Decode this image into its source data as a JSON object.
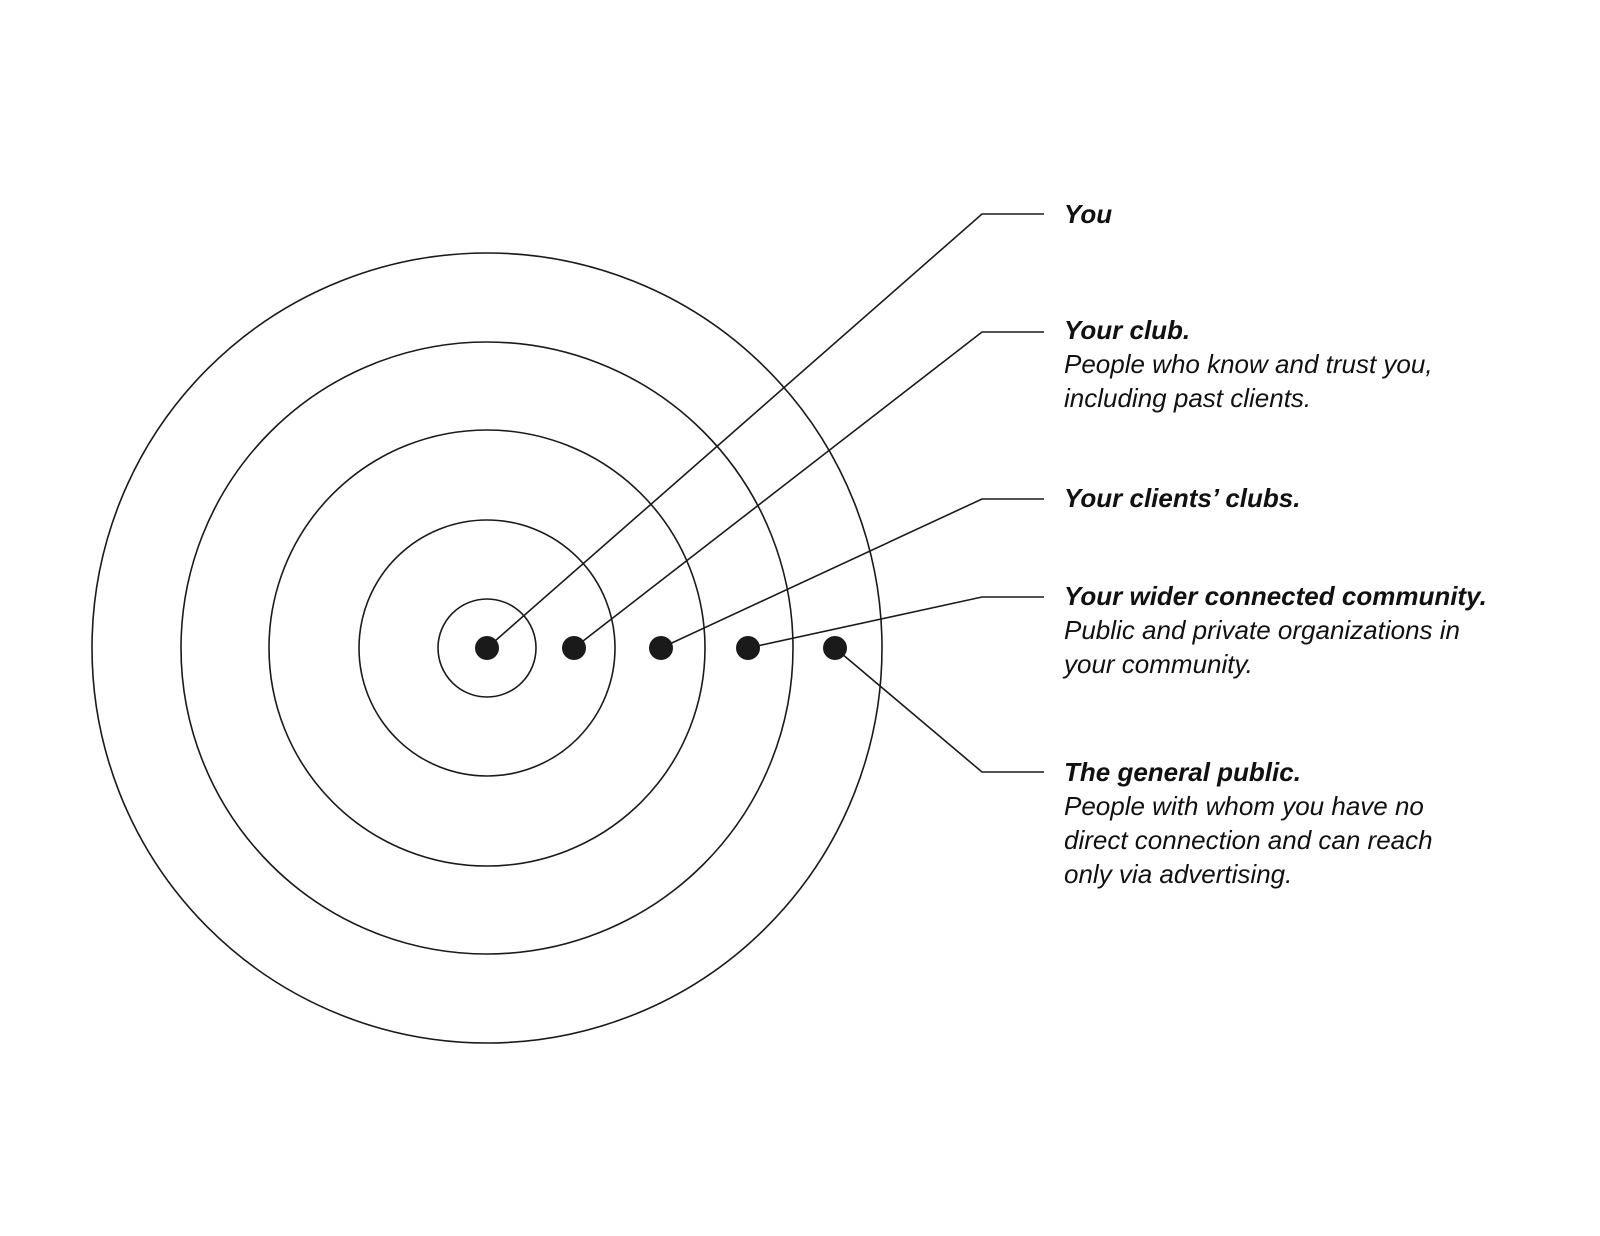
{
  "diagram": {
    "rings": [
      "ring-1",
      "ring-2",
      "ring-3",
      "ring-4",
      "ring-5"
    ],
    "labels": [
      {
        "title": "You",
        "desc": ""
      },
      {
        "title": "Your club.",
        "desc": "People who know and trust you, including past clients."
      },
      {
        "title": "Your clients’ clubs.",
        "desc": ""
      },
      {
        "title": "Your wider connected community.",
        "desc": "Public and private organizations in your community."
      },
      {
        "title": "The general public.",
        "desc": "People with whom you have no direct connection and can reach only via advertising."
      }
    ]
  },
  "colors": {
    "stroke": "#1a1a1a",
    "background": "#ffffff"
  }
}
